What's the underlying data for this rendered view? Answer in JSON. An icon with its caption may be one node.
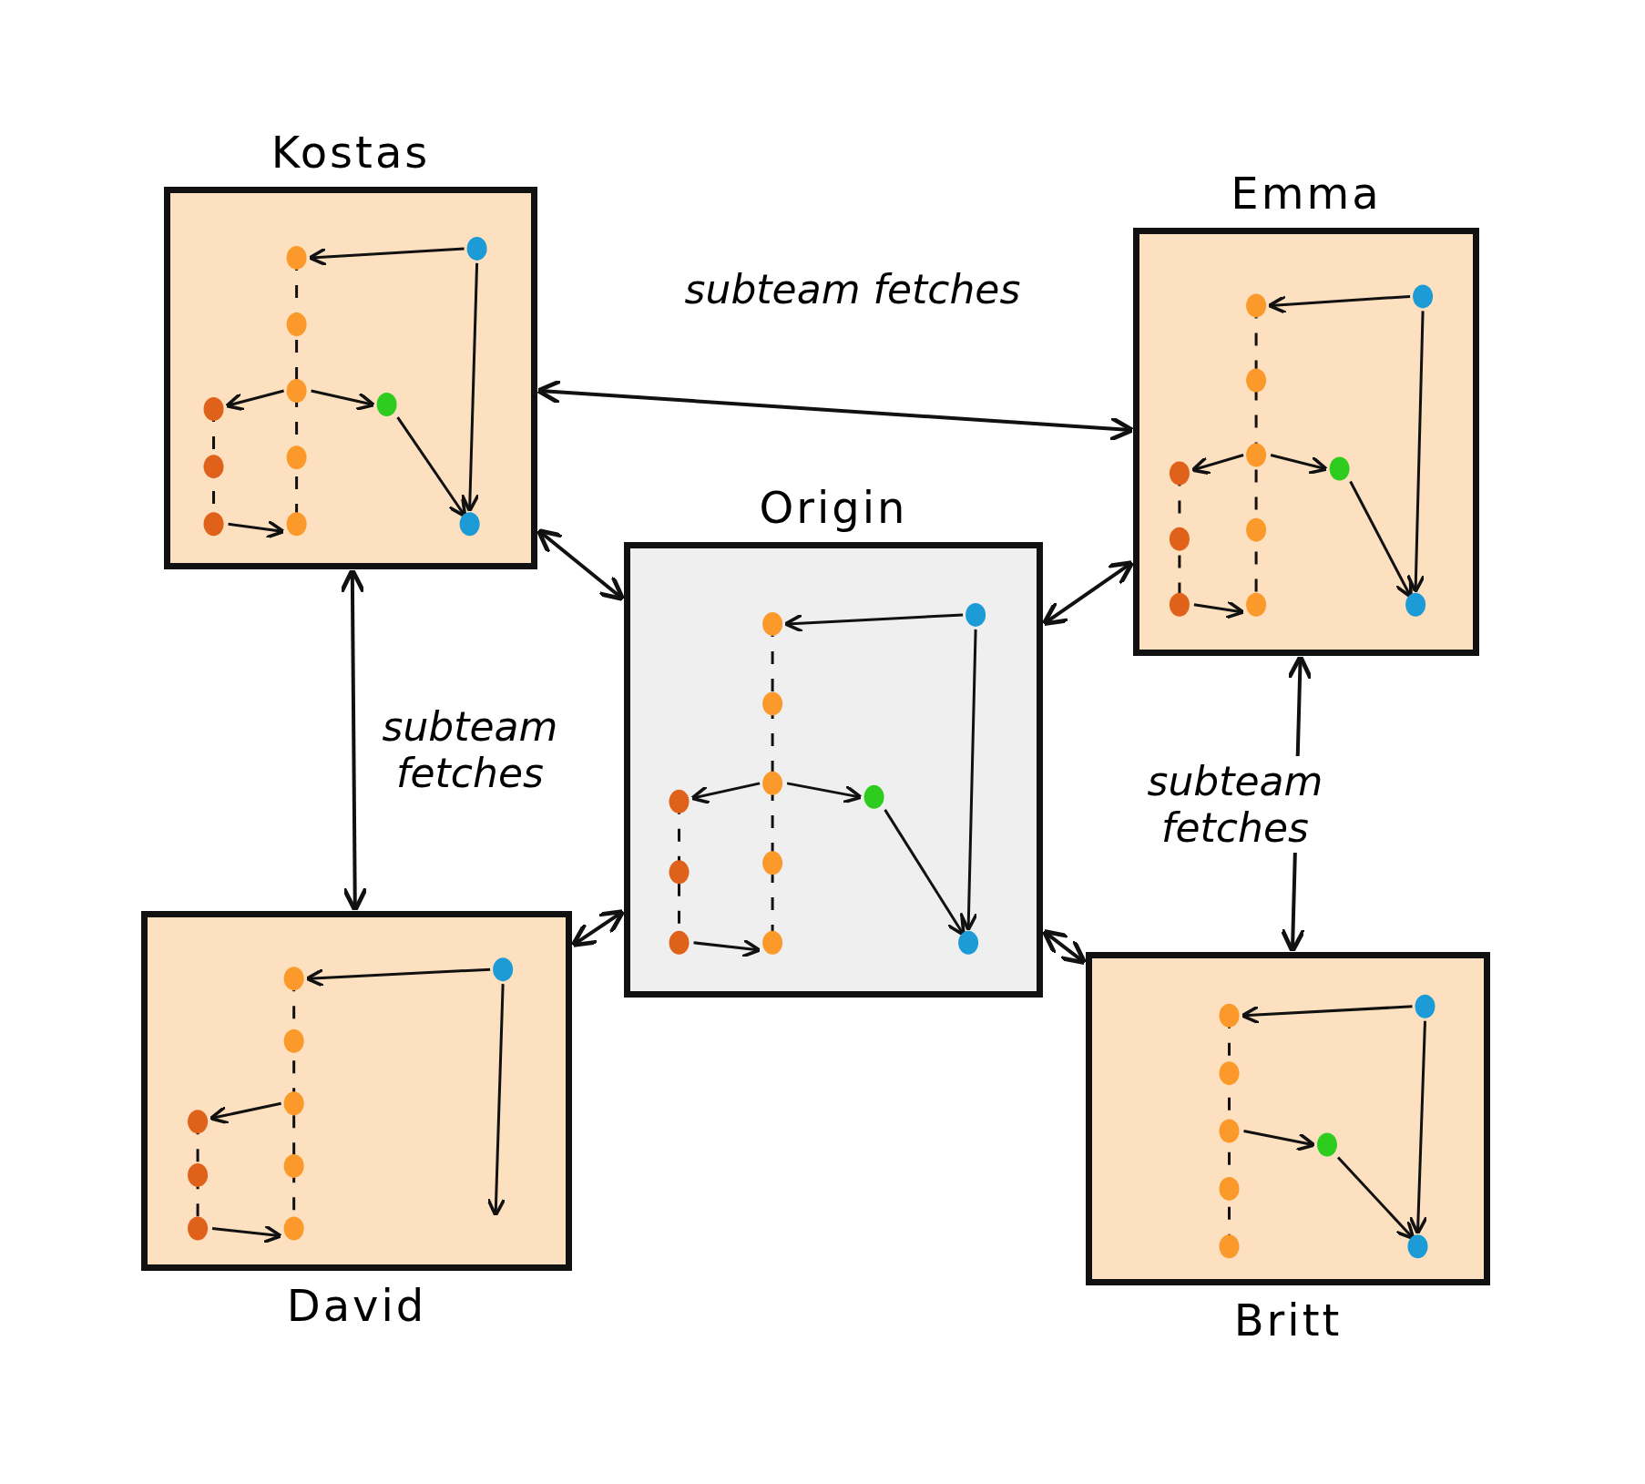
{
  "diagram": {
    "nodes": [
      {
        "text": [
          "Kostas"
        ]
      },
      {
        "text": [
          "Emma"
        ]
      },
      {
        "text": [
          "Origin"
        ]
      },
      {
        "text": [
          "David"
        ]
      },
      {
        "text": [
          "Britt"
        ]
      }
    ],
    "edges": [
      {
        "from": 0,
        "to": 1,
        "arrow": "both",
        "label": "subteam fetches"
      },
      {
        "from": 0,
        "to": 2,
        "arrow": "both"
      },
      {
        "from": 0,
        "to": 3,
        "arrow": "both",
        "label": "subteam fetches"
      },
      {
        "from": 1,
        "to": 2,
        "arrow": "both"
      },
      {
        "from": 1,
        "to": 4,
        "arrow": "both",
        "label": "subteam fetches"
      },
      {
        "from": 3,
        "to": 2,
        "arrow": "both"
      },
      {
        "from": 2,
        "to": 4,
        "arrow": "both"
      }
    ]
  }
}
